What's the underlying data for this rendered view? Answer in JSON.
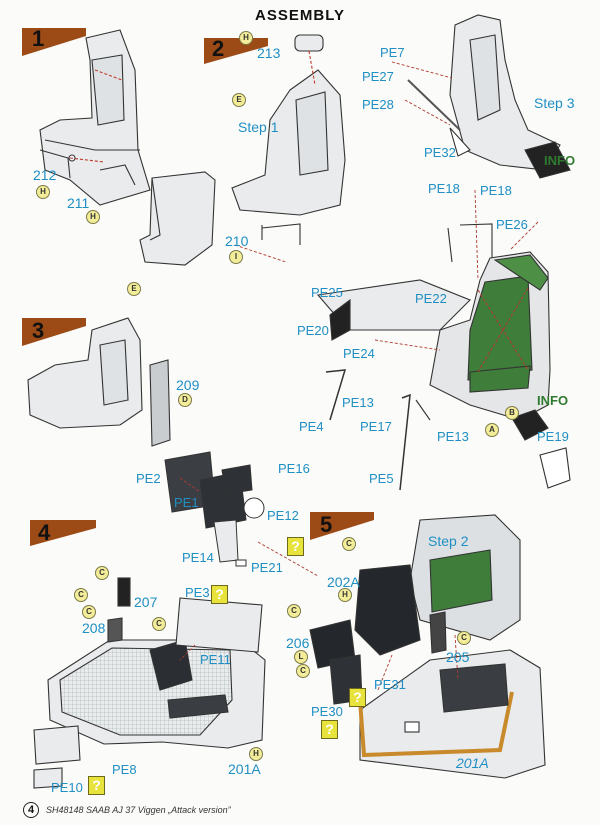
{
  "header": {
    "title": "ASSEMBLY"
  },
  "steps": [
    "1",
    "2",
    "3",
    "4",
    "5"
  ],
  "step_refs": {
    "step1": "Step 1",
    "step2": "Step 2",
    "step3": "Step 3"
  },
  "info_labels": [
    "INFO",
    "INFO"
  ],
  "part_labels": {
    "p212": "212",
    "p211": "211",
    "p213": "213",
    "p210": "210",
    "p209": "209",
    "p207": "207",
    "p208": "208",
    "p201a_1": "201A",
    "p201a_2": "201A",
    "p202a": "202A",
    "p206": "206",
    "p205": "205"
  },
  "pe_labels": {
    "pe7": "PE7",
    "pe27": "PE27",
    "pe28": "PE28",
    "pe32": "PE32",
    "pe18a": "PE18",
    "pe18b": "PE18",
    "pe26": "PE26",
    "pe25": "PE25",
    "pe22": "PE22",
    "pe20": "PE20",
    "pe24": "PE24",
    "pe13a": "PE13",
    "pe13b": "PE13",
    "pe4": "PE4",
    "pe17": "PE17",
    "pe19": "PE19",
    "pe5": "PE5",
    "pe2": "PE2",
    "pe16": "PE16",
    "pe1": "PE1",
    "pe12": "PE12",
    "pe14": "PE14",
    "pe21": "PE21",
    "pe3": "PE3",
    "pe11": "PE11",
    "pe8": "PE8",
    "pe10": "PE10",
    "pe31": "PE31",
    "pe30": "PE30"
  },
  "markers": {
    "h": "H",
    "e": "E",
    "i": "I",
    "d": "D",
    "c": "C",
    "b": "B",
    "a": "A",
    "l": "L"
  },
  "question_mark": "?",
  "footer": {
    "page": "4",
    "text": "SH48148  SAAB AJ 37 Viggen „Attack version”"
  },
  "colors": {
    "label_blue": "#1f8fc4",
    "info_green": "#2f7a2f",
    "step_tab": "#9c4a16",
    "seat_green": "#3f7d3a",
    "qbox_yellow": "#e8e23c",
    "mark_yellow": "#f3ec98"
  }
}
